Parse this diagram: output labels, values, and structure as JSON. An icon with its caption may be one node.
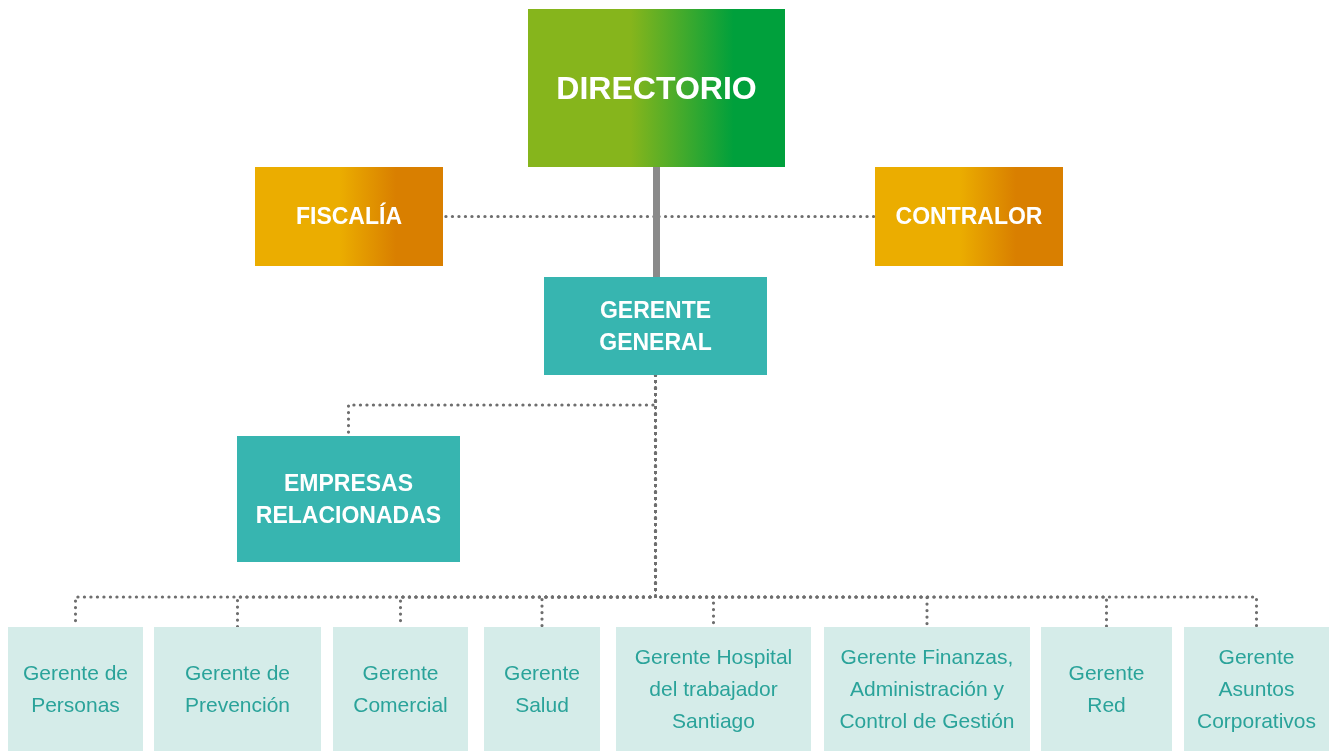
{
  "diagram": {
    "nodes": [
      {
        "text": [
          "DIRECTORIO"
        ]
      },
      {
        "text": [
          "FISCALÍA"
        ]
      },
      {
        "text": [
          "CONTRALOR"
        ]
      },
      {
        "text": [
          "GERENTE GENERAL"
        ]
      },
      {
        "text": [
          "EMPRESAS RELACIONADAS"
        ]
      },
      {
        "text": [
          "Gerente de Personas"
        ]
      },
      {
        "text": [
          "Gerente de Prevención"
        ]
      },
      {
        "text": [
          "Gerente Comercial"
        ]
      },
      {
        "text": [
          "Gerente Salud"
        ]
      },
      {
        "text": [
          "Gerente Hospital del trabajador Santiago"
        ]
      },
      {
        "text": [
          "Gerente Finanzas, Administración y Control de Gestión"
        ]
      },
      {
        "text": [
          "Gerente Red"
        ]
      },
      {
        "text": [
          "Gerente Asuntos Corporativos"
        ]
      }
    ],
    "edges": [
      {
        "from": 0,
        "to": 3,
        "arrow": "none",
        "style": "thick",
        "color": "#8a8a8a"
      },
      {
        "from": 0,
        "to": 1,
        "arrow": "none",
        "style": "dashed"
      },
      {
        "from": 0,
        "to": 2,
        "arrow": "none",
        "style": "dashed"
      },
      {
        "from": 3,
        "to": 4,
        "arrow": "none",
        "style": "dashed"
      },
      {
        "from": 3,
        "to": 5,
        "arrow": "none",
        "style": "dashed"
      },
      {
        "from": 3,
        "to": 6,
        "arrow": "none",
        "style": "dashed"
      },
      {
        "from": 3,
        "to": 7,
        "arrow": "none",
        "style": "dashed"
      },
      {
        "from": 3,
        "to": 8,
        "arrow": "none",
        "style": "dashed"
      },
      {
        "from": 3,
        "to": 9,
        "arrow": "none",
        "style": "dashed"
      },
      {
        "from": 3,
        "to": 10,
        "arrow": "none",
        "style": "dashed"
      },
      {
        "from": 3,
        "to": 11,
        "arrow": "none",
        "style": "dashed"
      },
      {
        "from": 3,
        "to": 12,
        "arrow": "none",
        "style": "dashed"
      }
    ]
  }
}
